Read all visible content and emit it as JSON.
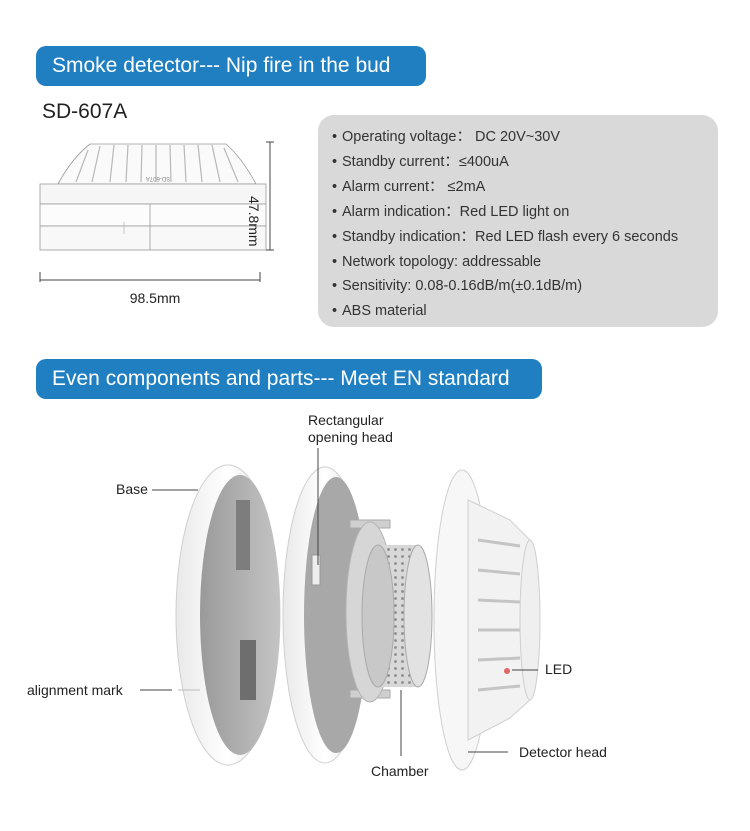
{
  "banner_top": "Smoke detector--- Nip fire in the bud",
  "model": "SD-607A",
  "dimensions": {
    "width": "98.5mm",
    "height": "47.8mm"
  },
  "device_marking": "SD-607A",
  "specs": [
    "Operating voltage：  DC 20V~30V",
    "Standby current：≤400uA",
    "Alarm current： ≤2mA",
    "Alarm indication：Red LED light on",
    "Standby indication：Red LED flash every 6 seconds",
    "Network topology: addressable",
    "Sensitivity:    0.08-0.16dB/m(±0.1dB/m)",
    "ABS material"
  ],
  "banner_bottom": "Even components and parts--- Meet EN standard",
  "callouts": {
    "base": "Base",
    "rect_line1": "Rectangular",
    "rect_line2": "opening head",
    "alignment": "alignment mark",
    "led": "LED",
    "detector_head": "Detector head",
    "chamber": "Chamber"
  },
  "colors": {
    "banner": "#1f7fc1",
    "spec_box": "#d9d9d9"
  }
}
